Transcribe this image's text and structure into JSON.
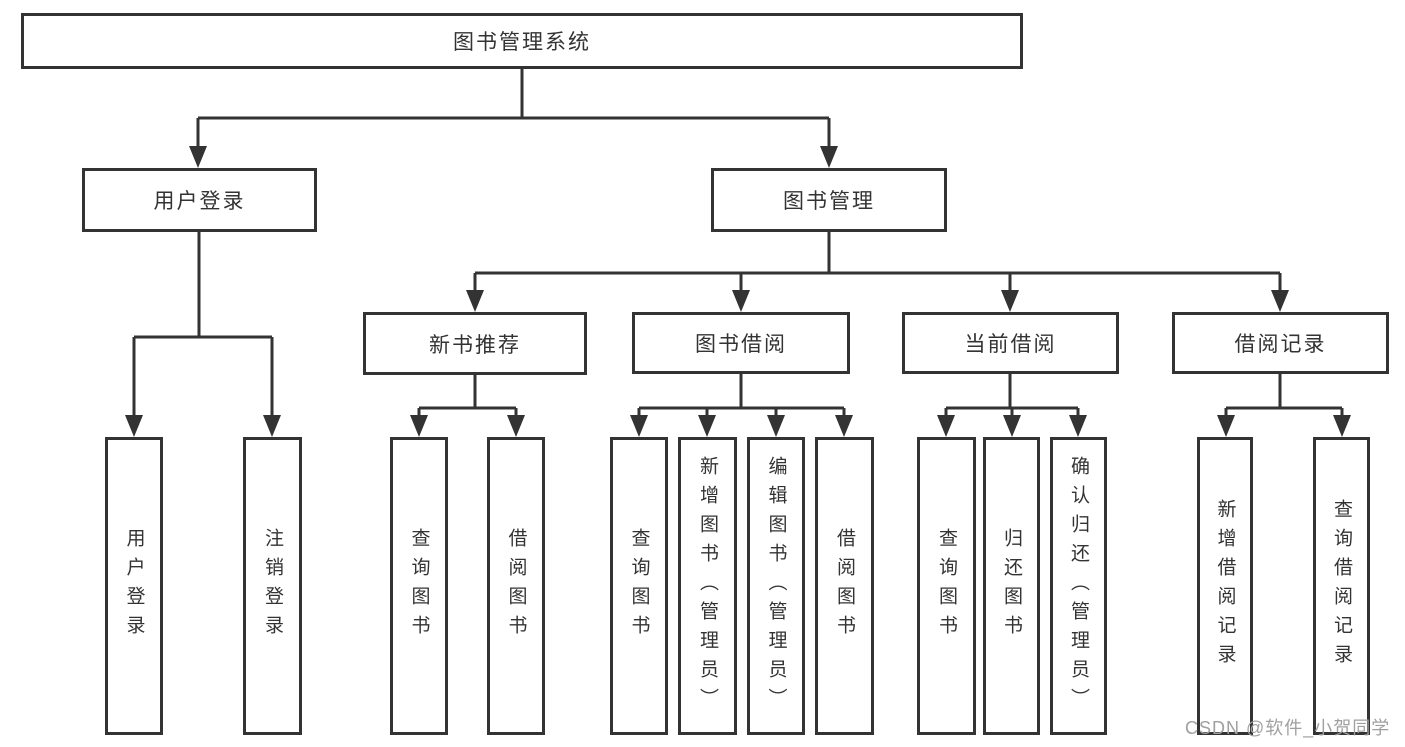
{
  "watermark": "CSDN @软件_小贺同学",
  "tree": {
    "root": "图书管理系统",
    "user_branch": {
      "label": "用户登录",
      "children": [
        "用户登录",
        "注销登录"
      ]
    },
    "book_branch": {
      "label": "图书管理",
      "modules": [
        {
          "label": "新书推荐",
          "children": [
            "查询图书",
            "借阅图书"
          ]
        },
        {
          "label": "图书借阅",
          "children": [
            "查询图书",
            "新增图书（管理员）",
            "编辑图书（管理员）",
            "借阅图书"
          ]
        },
        {
          "label": "当前借阅",
          "children": [
            "查询图书",
            "归还图书",
            "确认归还（管理员）"
          ]
        },
        {
          "label": "借阅记录",
          "children": [
            "新增借阅记录",
            "查询借阅记录"
          ]
        }
      ]
    }
  }
}
